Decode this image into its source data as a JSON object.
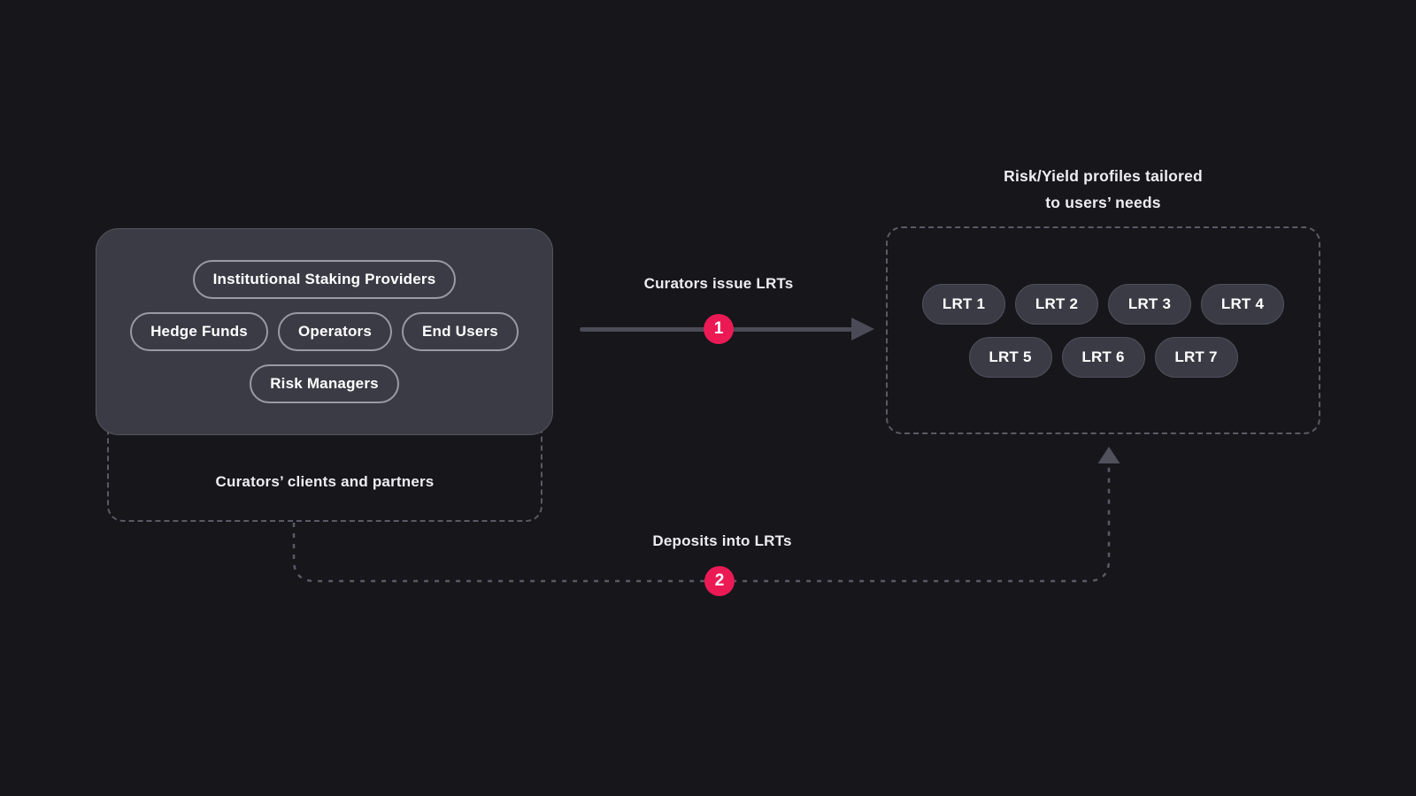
{
  "clients_box": {
    "rows": [
      [
        "Institutional Staking Providers"
      ],
      [
        "Hedge Funds",
        "Operators",
        "End Users"
      ],
      [
        "Risk Managers"
      ]
    ],
    "caption": "Curators’ clients and partners"
  },
  "flows": [
    {
      "badge": "1",
      "label": "Curators issue LRTs"
    },
    {
      "badge": "2",
      "label": "Deposits into LRTs"
    }
  ],
  "lrt_box": {
    "title_lines": [
      "Risk/Yield profiles tailored",
      "to users’ needs"
    ],
    "rows": [
      [
        "LRT 1",
        "LRT 2",
        "LRT 3",
        "LRT 4"
      ],
      [
        "LRT 5",
        "LRT 6",
        "LRT 7"
      ]
    ]
  },
  "colors": {
    "background": "#16161b",
    "box_fill": "#3b3b46",
    "pill_border_light": "#9a9aa6",
    "lrt_pill_border": "#50505c",
    "dash_gray": "#5a5a66",
    "arrow_gray": "#4b4b57",
    "accent_pink": "#eb1a55",
    "text": "#eeedf1"
  }
}
